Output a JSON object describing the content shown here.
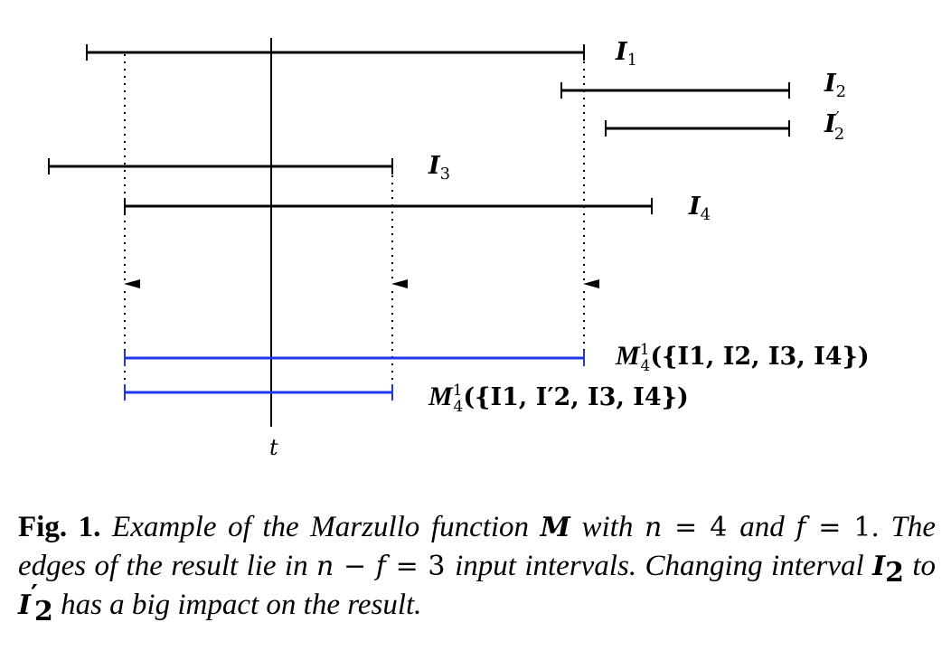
{
  "figure": {
    "time_label": "t",
    "intervals": [
      {
        "base": "I",
        "sub": "1",
        "prime": ""
      },
      {
        "base": "I",
        "sub": "2",
        "prime": ""
      },
      {
        "base": "I",
        "sub": "2",
        "prime": "′"
      },
      {
        "base": "I",
        "sub": "3",
        "prime": ""
      },
      {
        "base": "I",
        "sub": "4",
        "prime": ""
      }
    ],
    "results": [
      {
        "func": "M",
        "sub": "4",
        "sup": "1",
        "args": "({I1, I2, I3, I4})"
      },
      {
        "func": "M",
        "sub": "4",
        "sup": "1",
        "args": "({I1, I′2, I3, I4})"
      }
    ],
    "colors": {
      "interval": "#000000",
      "result": "#1f37e6",
      "guide": "#000000"
    }
  },
  "caption": {
    "label": "Fig. 1.",
    "line1_a": "Example of the Marzullo function",
    "func": "M",
    "line1_b": "with",
    "n": "n",
    "eq1": " = 4 ",
    "and": "and",
    "f": "f",
    "eq2": " = 1.",
    "line2_a": "The edges of the result lie in",
    "minus": " − ",
    "eq3": " = 3 ",
    "line2_b": "input intervals. Changing",
    "line3_a": "interval",
    "i2_base": "I",
    "i2_sub": "2",
    "to": "to",
    "i2p_base": "I",
    "i2p_sup": "′",
    "i2p_sub": "2",
    "line3_b": "has a big impact on the result."
  }
}
